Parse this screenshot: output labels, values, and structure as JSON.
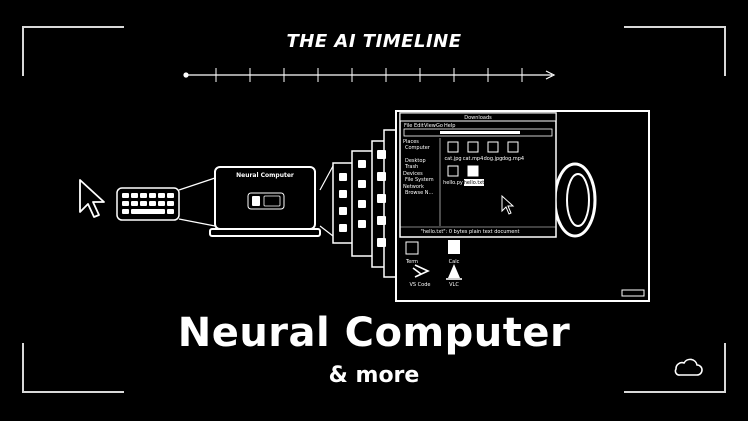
{
  "header": {
    "title": "THE AI TIMELINE"
  },
  "hero": {
    "title": "Neural Computer",
    "subtitle": "& more"
  },
  "laptop": {
    "label": "Neural Computer"
  },
  "file_manager": {
    "window_title": "Downloads",
    "menu": [
      "File",
      "Edit",
      "View",
      "Go",
      "Help"
    ],
    "places_header": "Places",
    "places": [
      "Computer",
      "Desktop",
      "Trash"
    ],
    "devices_header": "Devices",
    "devices": [
      "File System"
    ],
    "network_header": "Network",
    "network": [
      "Browse N..."
    ],
    "files": [
      "cat.jpg",
      "cat.mp4",
      "dog.jpg",
      "dog.mp4",
      "hello.py",
      "hello.txt"
    ],
    "status": "\"hello.txt\": 0 bytes plain text document"
  },
  "desktop_icons": [
    {
      "label": "Term",
      "icon": "terminal-icon"
    },
    {
      "label": "Calc",
      "icon": "calculator-icon"
    },
    {
      "label": "VS Code",
      "icon": "vscode-icon"
    },
    {
      "label": "VLC",
      "icon": "vlc-cone-icon"
    }
  ],
  "colors": {
    "background": "#000000",
    "foreground": "#ffffff",
    "frame": "#d9d9d9"
  }
}
